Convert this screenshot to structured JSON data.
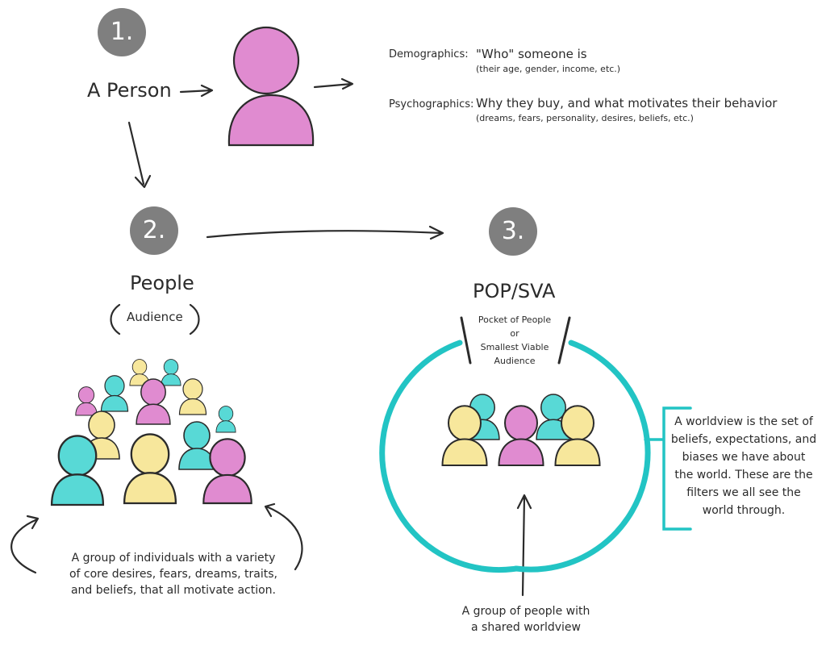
{
  "colors": {
    "pink": "#e08bd0",
    "teal": "#58d9d6",
    "yellow": "#f7e79c",
    "accent_teal": "#22c4c4",
    "circle_gray": "#7f7f7f",
    "ink": "#2b2b2b"
  },
  "step1": {
    "number": "1.",
    "label": "A Person"
  },
  "definitions": {
    "demographics_term": "Demographics:",
    "demographics_desc": "\"Who\" someone is",
    "demographics_example": "(their age, gender, income, etc.)",
    "psychographics_term": "Psychographics:",
    "psychographics_desc": "Why they buy, and what motivates their behavior",
    "psychographics_example": "(dreams, fears, personality, desires, beliefs, etc.)"
  },
  "step2": {
    "number": "2.",
    "title": "People",
    "subtitle": "Audience",
    "caption_lines": [
      "A group of individuals with a variety",
      "of core desires, fears, dreams, traits,",
      "and beliefs, that all motivate action."
    ]
  },
  "step3": {
    "number": "3.",
    "title": "POP/SVA",
    "subtitle_lines": [
      "Pocket of People",
      "or",
      "Smallest Viable",
      "Audience"
    ],
    "caption_lines": [
      "A group of people with",
      "a shared worldview"
    ]
  },
  "worldview": {
    "lines": [
      "A worldview is the set of",
      "beliefs, expectations, and",
      "biases we have about",
      "the world. These are the",
      "filters we all see the",
      "world through."
    ]
  }
}
